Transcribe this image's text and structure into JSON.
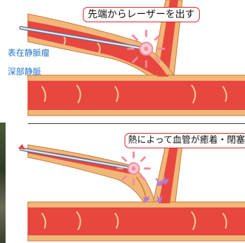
{
  "callouts": {
    "top": "先端からレーザーを出す",
    "bottom": "熱によって血管が癒着・閉塞"
  },
  "labels": {
    "superficial_vein": "表在静脈瘤",
    "deep_vein": "深部静脈"
  },
  "colors": {
    "vessel_fill": "#e8473f",
    "vessel_wall": "#f1b779",
    "vessel_wall_stroke": "#c77a3a",
    "valve": "#f4cf93",
    "catheter": "#9aa7c4",
    "laser_burst": "#f28a9c",
    "flow_arrow": "#b57ad8",
    "callout_border": "#e02020",
    "label_text": "#1e73c8"
  },
  "icons": {
    "laser_tip": "laser-burst-icon",
    "withdraw": "withdraw-arrow-icon",
    "blood_flow": "flow-arrow-icon"
  }
}
